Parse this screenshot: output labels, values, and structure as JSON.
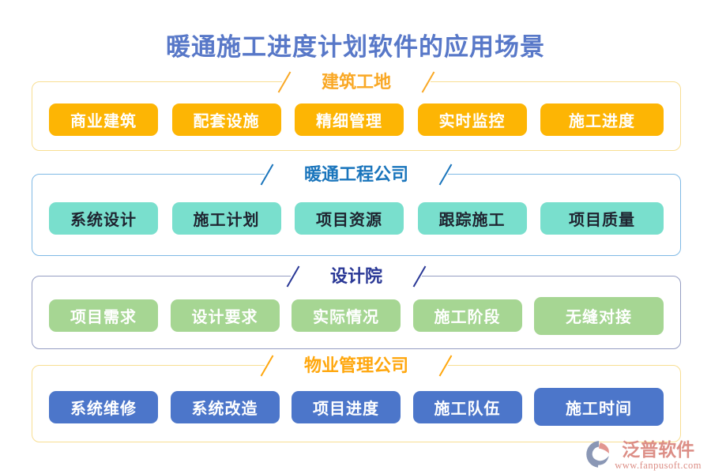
{
  "page": {
    "title": "暖通施工进度计划软件的应用场景",
    "title_color": "#5878C8",
    "background_color": "#FFFFFF"
  },
  "sections": [
    {
      "title": "建筑工地",
      "accent_color": "#F9A825",
      "border_color": "#F8DE92",
      "button_color": "#FDB504",
      "button_text_color": "#FFFFFF",
      "items": [
        "商业建筑",
        "配套设施",
        "精细管理",
        "实时监控",
        "施工进度"
      ]
    },
    {
      "title": "暖通工程公司",
      "accent_color": "#1A75BC",
      "border_color": "#7FB9E5",
      "button_color": "#79DFCD",
      "button_text_color": "#1F2430",
      "items": [
        "系统设计",
        "施工计划",
        "项目资源",
        "跟踪施工",
        "项目质量"
      ]
    },
    {
      "title": "设计院",
      "accent_color": "#2A3896",
      "border_color": "#959DC2",
      "button_color": "#A6D693",
      "button_text_color": "#FFFFFF",
      "items": [
        "项目需求",
        "设计要求",
        "实际情况",
        "施工阶段",
        "无缝对接"
      ]
    },
    {
      "title": "物业管理公司",
      "accent_color": "#FFA70D",
      "border_color": "#F8DE92",
      "button_color": "#4C76CA",
      "button_text_color": "#FFFFFF",
      "items": [
        "系统维修",
        "系统改造",
        "项目进度",
        "施工队伍",
        "施工时间"
      ]
    }
  ],
  "footer": {
    "brand": "泛普软件",
    "website": "www.fanpusoft.com",
    "brand_color": "#DC8E86"
  }
}
